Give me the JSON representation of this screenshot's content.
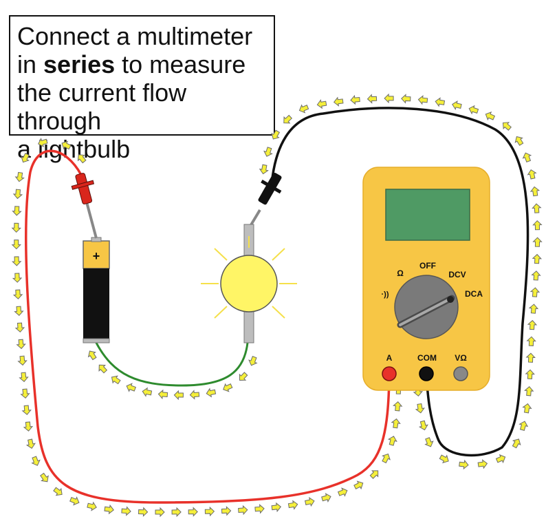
{
  "caption": {
    "line1": "Connect a multimeter",
    "line2_pre": "in ",
    "line2_bold": "series",
    "line2_post": " to measure",
    "line3": "the current flow through",
    "line4": "a lightbulb"
  },
  "battery": {
    "terminal_label": "+"
  },
  "multimeter": {
    "dial": {
      "ohm": "Ω",
      "off": "OFF",
      "dcv": "DCV",
      "dca": "DCA",
      "continuity": "·))"
    },
    "ports": {
      "a": "A",
      "com": "COM",
      "vohm": "VΩ"
    }
  },
  "colors": {
    "red_wire": "#e8312a",
    "black_wire": "#111111",
    "green_wire": "#2e8b2e",
    "arrow_fill": "#f5ef3a",
    "meter_body": "#f7c645",
    "meter_screen": "#4f9a64",
    "dial": "#7a7a7a",
    "bulb": "#fff566"
  }
}
